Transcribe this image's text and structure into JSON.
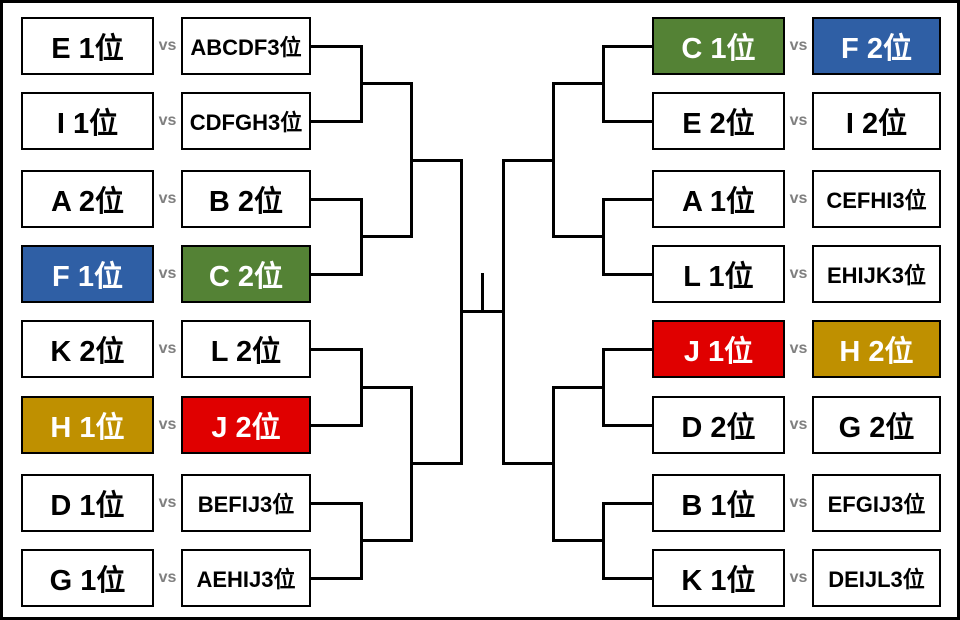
{
  "palette": {
    "white": "#FFFFFF",
    "blue": "#2F5FA5",
    "green": "#548235",
    "gold": "#BF9000",
    "red": "#E00000",
    "text_dark": "#000000",
    "text_light": "#FFFFFF",
    "vs_gray": "#7F7F7F",
    "line": "#000000"
  },
  "vs_label": "vs",
  "bracket": {
    "left": [
      {
        "a": {
          "label": "E 1位",
          "color": "white"
        },
        "b": {
          "label": "ABCDF3位",
          "color": "white"
        }
      },
      {
        "a": {
          "label": "I 1位",
          "color": "white"
        },
        "b": {
          "label": "CDFGH3位",
          "color": "white"
        }
      },
      {
        "a": {
          "label": "A 2位",
          "color": "white"
        },
        "b": {
          "label": "B 2位",
          "color": "white"
        }
      },
      {
        "a": {
          "label": "F 1位",
          "color": "blue"
        },
        "b": {
          "label": "C 2位",
          "color": "green"
        }
      },
      {
        "a": {
          "label": "K 2位",
          "color": "white"
        },
        "b": {
          "label": "L 2位",
          "color": "white"
        }
      },
      {
        "a": {
          "label": "H 1位",
          "color": "gold"
        },
        "b": {
          "label": "J 2位",
          "color": "red"
        }
      },
      {
        "a": {
          "label": "D 1位",
          "color": "white"
        },
        "b": {
          "label": "BEFIJ3位",
          "color": "white"
        }
      },
      {
        "a": {
          "label": "G 1位",
          "color": "white"
        },
        "b": {
          "label": "AEHIJ3位",
          "color": "white"
        }
      }
    ],
    "right": [
      {
        "a": {
          "label": "C 1位",
          "color": "green"
        },
        "b": {
          "label": "F 2位",
          "color": "blue"
        }
      },
      {
        "a": {
          "label": "E 2位",
          "color": "white"
        },
        "b": {
          "label": "I 2位",
          "color": "white"
        }
      },
      {
        "a": {
          "label": "A 1位",
          "color": "white"
        },
        "b": {
          "label": "CEFHI3位",
          "color": "white"
        }
      },
      {
        "a": {
          "label": "L 1位",
          "color": "white"
        },
        "b": {
          "label": "EHIJK3位",
          "color": "white"
        }
      },
      {
        "a": {
          "label": "J 1位",
          "color": "red"
        },
        "b": {
          "label": "H 2位",
          "color": "gold"
        }
      },
      {
        "a": {
          "label": "D 2位",
          "color": "white"
        },
        "b": {
          "label": "G 2位",
          "color": "white"
        }
      },
      {
        "a": {
          "label": "B 1位",
          "color": "white"
        },
        "b": {
          "label": "EFGIJ3位",
          "color": "white"
        }
      },
      {
        "a": {
          "label": "K 1位",
          "color": "white"
        },
        "b": {
          "label": "DEIJL3位",
          "color": "white"
        }
      }
    ]
  }
}
